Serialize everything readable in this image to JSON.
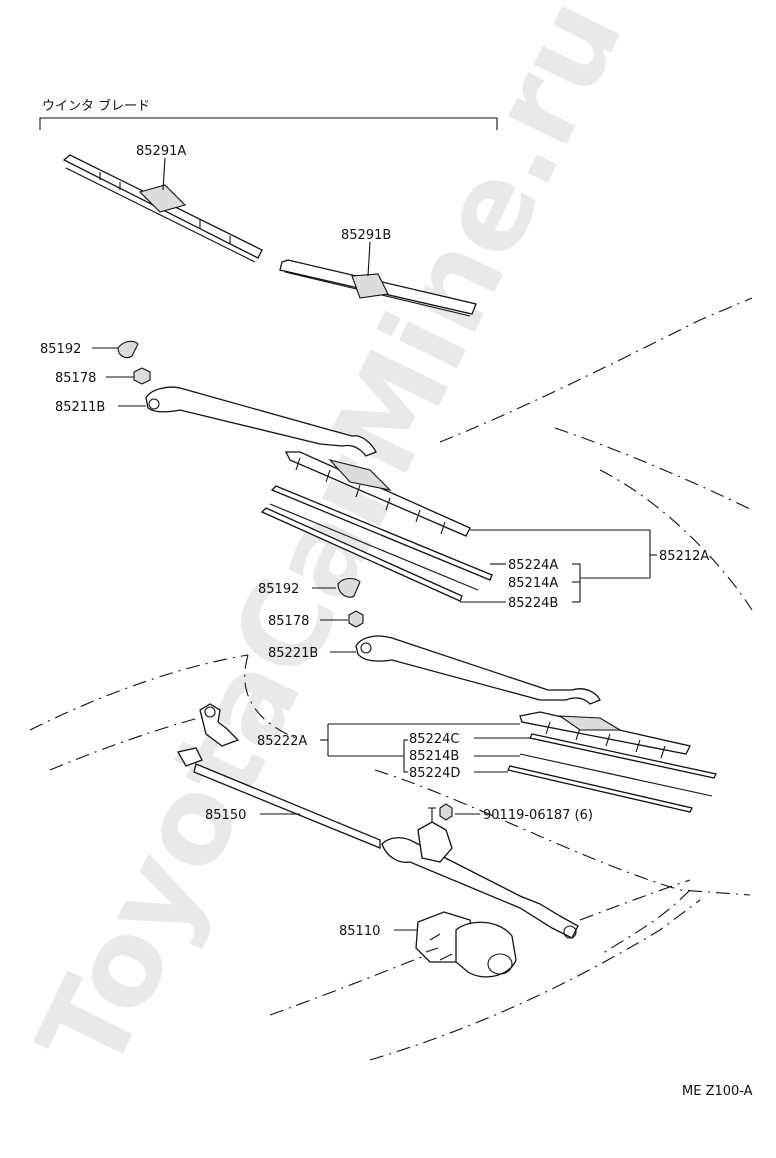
{
  "header": {
    "title": "ウインタ ブレード"
  },
  "watermark": "ToyotaCarMine.ru",
  "footer": {
    "code": "ME Z100-A"
  },
  "parts": {
    "p85291A": "85291A",
    "p85291B": "85291B",
    "p85192_top": "85192",
    "p85178_top": "85178",
    "p85211B": "85211B",
    "p85224A": "85224A",
    "p85214A": "85214A",
    "p85224B": "85224B",
    "p85212A": "85212A",
    "p85192_mid": "85192",
    "p85178_mid": "85178",
    "p85221B": "85221B",
    "p85222A": "85222A",
    "p85224C": "85224C",
    "p85214B": "85214B",
    "p85224D": "85224D",
    "p90119": "90119-06187 (6)",
    "p85150": "85150",
    "p85110": "85110"
  }
}
